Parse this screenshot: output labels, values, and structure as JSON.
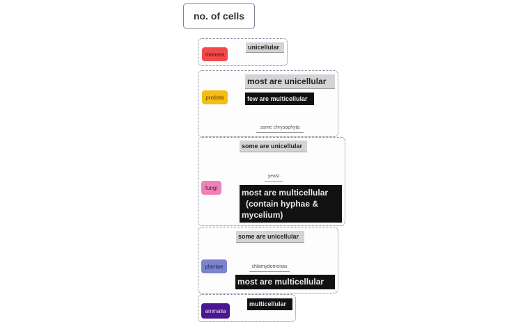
{
  "root": {
    "label": "no. of cells"
  },
  "colors": {
    "monera": "#f04a4a",
    "protista": "#f5bd12",
    "fungi": "#ee82b8",
    "plantae": "#7b84cd",
    "animalia": "#4b178f",
    "grey_box": "#d4d4d4",
    "black_box": "#111111"
  },
  "kingdoms": {
    "monera": {
      "label": "monera",
      "fact": "unicellular"
    },
    "protista": {
      "label": "protista",
      "fact1": "most are unicellular",
      "fact2": "few are multicellular",
      "note": "some chrysophyta"
    },
    "fungi": {
      "label": "fungi",
      "fact1": "some are unicellular",
      "note": "yeast",
      "fact2_line1": "most are multicellular",
      "fact2_line2": "(contain hyphae &",
      "fact2_line3": "mycelium)"
    },
    "plantae": {
      "label": "plantae",
      "fact1": "some are unicellular",
      "note": "chlamydomonas",
      "fact2": "most are multicellular"
    },
    "animalia": {
      "label": "animalia",
      "fact": "multicellular"
    }
  }
}
